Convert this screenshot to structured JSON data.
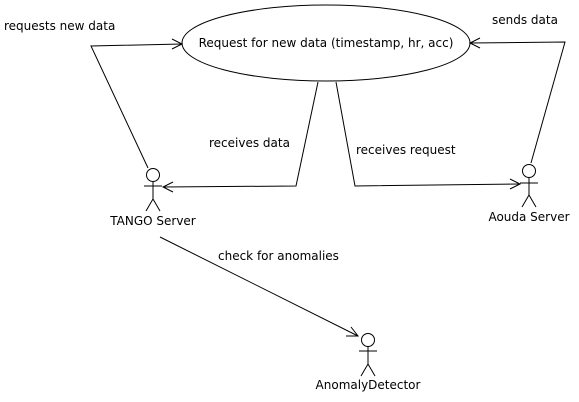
{
  "use_case": {
    "label": "Request for new data (timestamp, hr, acc)"
  },
  "actors": {
    "tango": {
      "name": "TANGO Server"
    },
    "aouda": {
      "name": "Aouda Server"
    },
    "anomaly": {
      "name": "AnomalyDetector"
    }
  },
  "edges": {
    "tango_requests": {
      "label": "requests new data"
    },
    "tango_receives": {
      "label": "receives data"
    },
    "aouda_receives": {
      "label": "receives request"
    },
    "aouda_sends": {
      "label": "sends data"
    },
    "tango_checks": {
      "label": "check for anomalies"
    }
  }
}
